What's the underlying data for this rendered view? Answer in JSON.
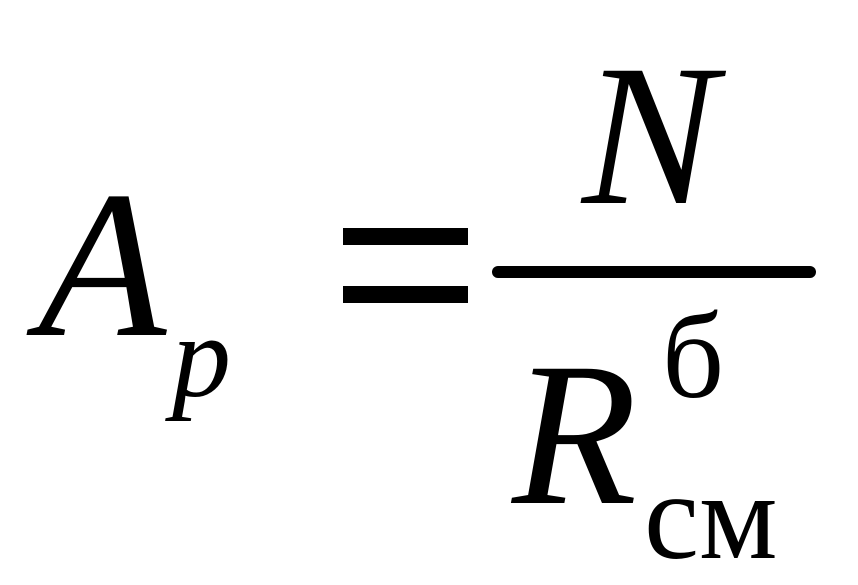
{
  "formula": {
    "lhs": {
      "symbol": "A",
      "subscript": "p"
    },
    "operator": "=",
    "rhs": {
      "numerator": "N",
      "denominator": {
        "symbol": "R",
        "superscript": "б",
        "subscript": "см"
      }
    }
  },
  "colors": {
    "background": "#ffffff",
    "ink": "#000000"
  }
}
